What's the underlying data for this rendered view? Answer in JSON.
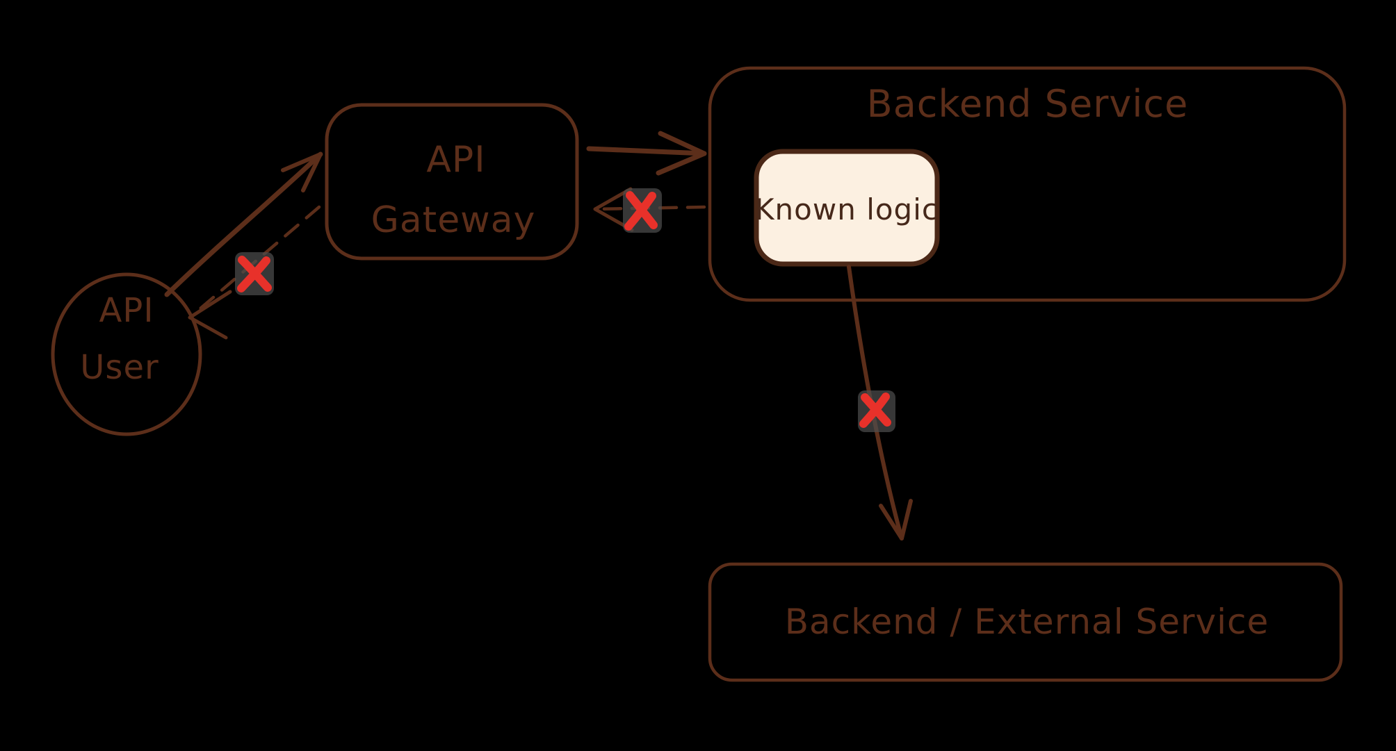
{
  "canvas": {
    "background": "#000000",
    "style": "hand-drawn sketch diagram"
  },
  "palette": {
    "stroke_brown": "#5c2e1a",
    "text_brown_dark": "#46281a",
    "node_fill_cream": "#fcf0e1",
    "error_red": "#e8312a",
    "mark_label_bg_gray": "#4f4f4f"
  },
  "nodes": {
    "api_user": {
      "shape": "circle",
      "label_line1": "API",
      "label_line2": "User"
    },
    "api_gateway": {
      "shape": "rounded-rect",
      "label_line1": "API",
      "label_line2": "Gateway"
    },
    "backend_service": {
      "shape": "rounded-rect",
      "label": "Backend Service"
    },
    "known_logic": {
      "shape": "rounded-rect",
      "fill": "#fcf0e1",
      "label": "Known logic"
    },
    "backend_external": {
      "shape": "rounded-rect",
      "label": "Backend / External Service"
    }
  },
  "edges": [
    {
      "id": "user-to-gateway",
      "from": "api_user",
      "to": "api_gateway",
      "style": "solid",
      "arrowhead": "end",
      "blocked": false
    },
    {
      "id": "gateway-to-user",
      "from": "api_gateway",
      "to": "api_user",
      "style": "dashed",
      "arrowhead": "end",
      "blocked": true,
      "mark": "X",
      "mark_color": "#e8312a"
    },
    {
      "id": "gateway-to-backend",
      "from": "api_gateway",
      "to": "backend_service",
      "style": "solid",
      "arrowhead": "end",
      "blocked": false
    },
    {
      "id": "backend-to-gateway",
      "from": "backend_service",
      "to": "api_gateway",
      "style": "dashed",
      "arrowhead": "end",
      "blocked": true,
      "mark": "X",
      "mark_color": "#e8312a"
    },
    {
      "id": "knownlogic-to-external",
      "from": "known_logic",
      "to": "backend_external",
      "style": "solid",
      "arrowhead": "end",
      "blocked": true,
      "mark": "X",
      "mark_color": "#e8312a"
    }
  ]
}
